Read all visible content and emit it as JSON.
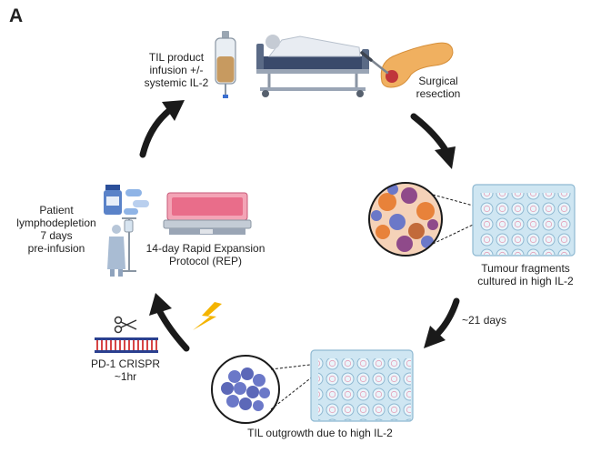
{
  "panel_label": "A",
  "steps": {
    "infusion": {
      "lines": [
        "TIL product",
        "infusion +/-",
        "systemic IL-2"
      ]
    },
    "resection": {
      "lines": [
        "Surgical",
        "resection"
      ]
    },
    "fragments": {
      "lines": [
        "Tumour fragments",
        "cultured in high IL-2"
      ]
    },
    "duration": {
      "label": "~21 days"
    },
    "outgrowth": {
      "label": "TIL outgrowth due to high IL-2"
    },
    "crispr": {
      "lines": [
        "PD-1 CRISPR",
        "~1hr"
      ]
    },
    "rep": {
      "lines": [
        "14-day Rapid Expansion",
        "Protocol (REP)"
      ]
    },
    "lymphodepletion": {
      "lines": [
        "Patient",
        "lymphodepletion",
        "7 days",
        "pre-infusion"
      ]
    }
  },
  "colors": {
    "arrow": "#1a1a1a",
    "plate": "#cfe6f2",
    "plate_well": "#eaf5fb",
    "tumour_orange": "#e8823a",
    "cell_blue": "#6b78c8",
    "pancreas": "#f0b060",
    "lightning": "#f4b400",
    "rep_pink": "#e96d8a"
  },
  "icons": [
    "infusion-bag-icon",
    "hospital-bed-icon",
    "pancreas-icon",
    "scalpel-icon",
    "tumour-magnified-icon",
    "well-plate-icon",
    "til-cluster-icon",
    "dna-scissors-icon",
    "lightning-icon",
    "rep-bioreactor-icon",
    "patient-iv-icon",
    "pill-bottle-icon"
  ]
}
